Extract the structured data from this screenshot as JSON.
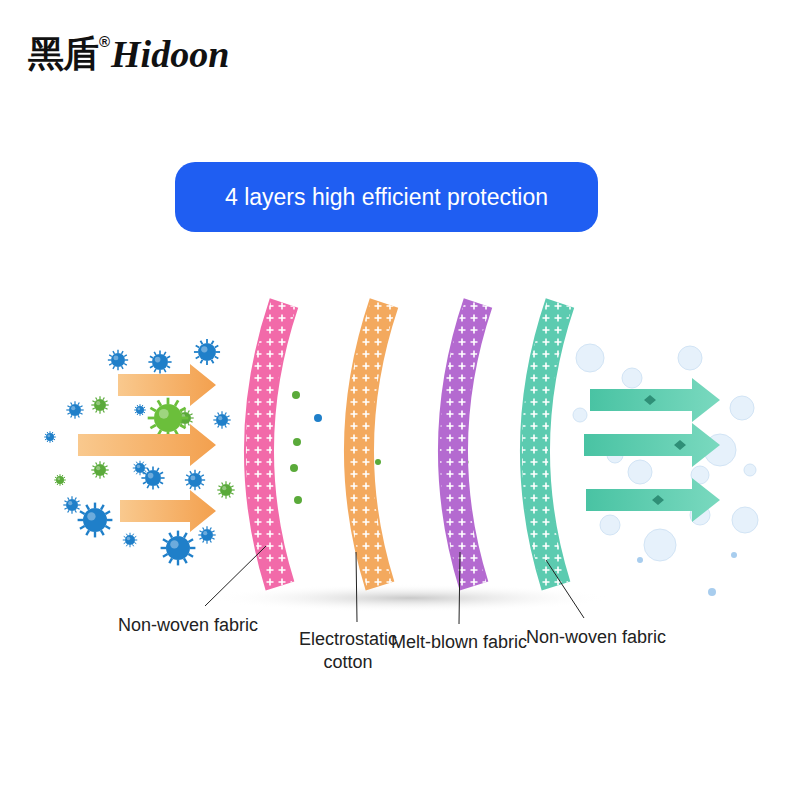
{
  "diagram": {
    "title": "4 layers high efficient protection",
    "labels": [
      "黑盾",
      "®",
      "Hidoon",
      "Non-woven fabric",
      "Electrostatic cotton",
      "Melt-blown fabric",
      "Non-woven fabric"
    ]
  }
}
